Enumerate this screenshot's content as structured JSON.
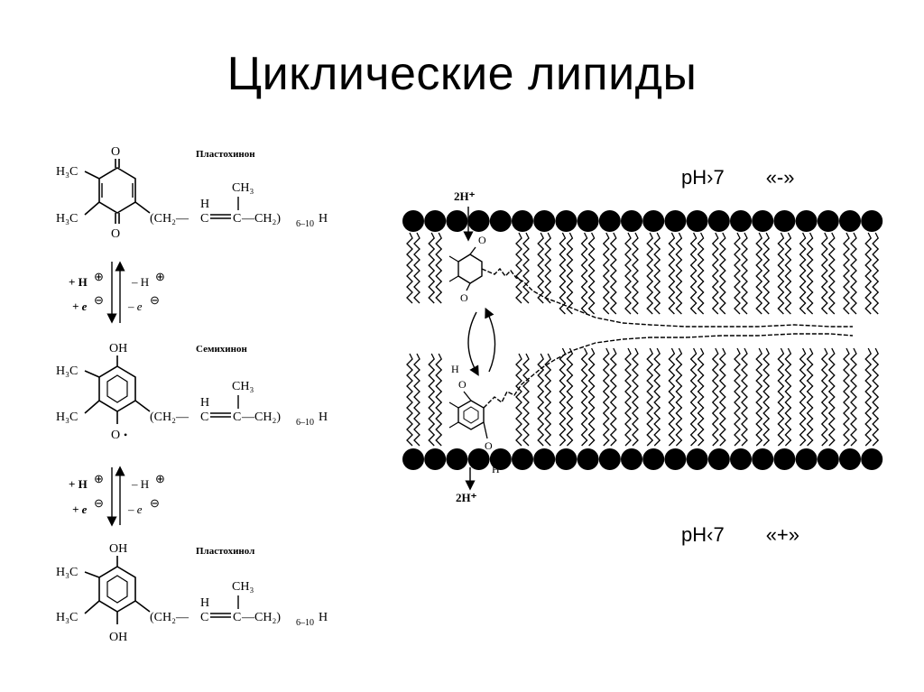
{
  "title": "Циклические липиды",
  "ph_outer": {
    "label": "pH›7",
    "sign": "«-»"
  },
  "ph_inner": {
    "label": "pH‹7",
    "sign": "«+»"
  },
  "molecules": [
    {
      "name": "Пластохинон",
      "top": "O",
      "bottom": "O",
      "bottom_dot": "",
      "methyl_1": "H₃C",
      "methyl_2": "H₃C",
      "chain_left": "(CH₂—",
      "chain_h": "H",
      "chain_c1": "C",
      "chain_c2": "C",
      "chain_right": "—CH₂)",
      "chain_sub": "6–10",
      "chain_end": "H",
      "ch3": "CH₃"
    },
    {
      "name": "Семихинон",
      "top": "OH",
      "bottom": "O",
      "bottom_dot": "•",
      "methyl_1": "H₃C",
      "methyl_2": "H₃C",
      "chain_left": "(CH₂—",
      "chain_h": "H",
      "chain_c1": "C",
      "chain_c2": "C",
      "chain_right": "—CH₂)",
      "chain_sub": "6–10",
      "chain_end": "H",
      "ch3": "CH₃"
    },
    {
      "name": "Пластохинол",
      "top": "OH",
      "bottom": "OH",
      "bottom_dot": "",
      "methyl_1": "H₃C",
      "methyl_2": "H₃C",
      "chain_left": "(CH₂—",
      "chain_h": "H",
      "chain_c1": "C",
      "chain_c2": "C",
      "chain_right": "—CH₂)",
      "chain_sub": "6–10",
      "chain_end": "H",
      "ch3": "CH₃"
    }
  ],
  "reactions": [
    {
      "left_1": "+ H",
      "left_2": "+ e",
      "right_1": "– H",
      "right_2": "– e",
      "plus": "⊕",
      "minus": "⊖"
    },
    {
      "left_1": "+ H",
      "left_2": "+ e",
      "right_1": "– H",
      "right_2": "– e",
      "plus": "⊕",
      "minus": "⊖"
    }
  ],
  "membrane": {
    "proton_top": "2H⁺",
    "proton_bottom": "2H⁺",
    "quinone_o": "O",
    "quinol_oh_top": "O",
    "quinol_oh_bottom": "O",
    "quinol_h_top": "H",
    "quinol_h_bottom": "H"
  }
}
